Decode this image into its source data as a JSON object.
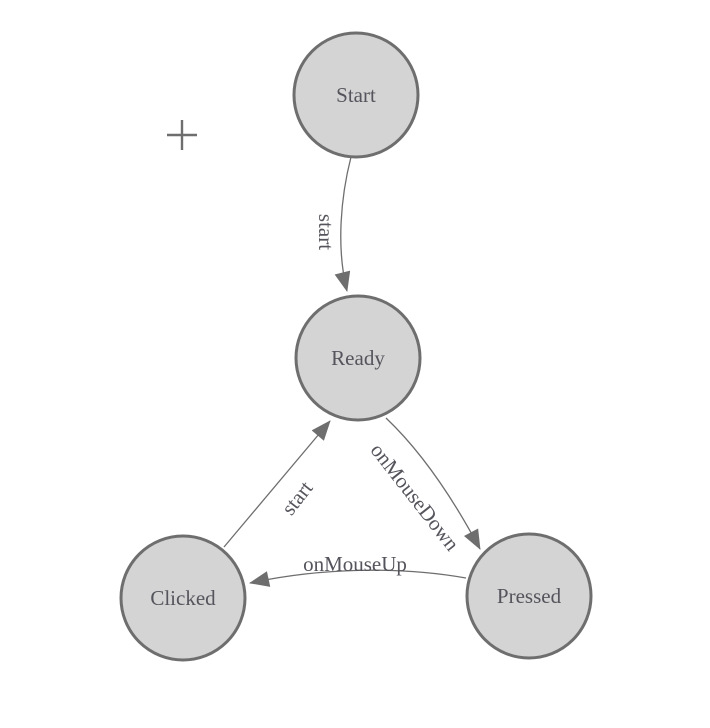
{
  "colors": {
    "background": "#ffffff",
    "node_fill": "#d4d4d4",
    "node_stroke": "#6e6e6e",
    "edge_stroke": "#6e6e6e",
    "label_color": "#54545c"
  },
  "icons": {
    "add_state": "plus-icon"
  },
  "diagram": {
    "type": "state-machine",
    "nodes": [
      {
        "id": "start",
        "label": "Start"
      },
      {
        "id": "ready",
        "label": "Ready"
      },
      {
        "id": "clicked",
        "label": "Clicked"
      },
      {
        "id": "pressed",
        "label": "Pressed"
      }
    ],
    "edges": [
      {
        "from": "start",
        "to": "ready",
        "label": "start"
      },
      {
        "from": "clicked",
        "to": "ready",
        "label": "start"
      },
      {
        "from": "ready",
        "to": "pressed",
        "label": "onMouseDown"
      },
      {
        "from": "pressed",
        "to": "clicked",
        "label": "onMouseUp"
      }
    ]
  }
}
